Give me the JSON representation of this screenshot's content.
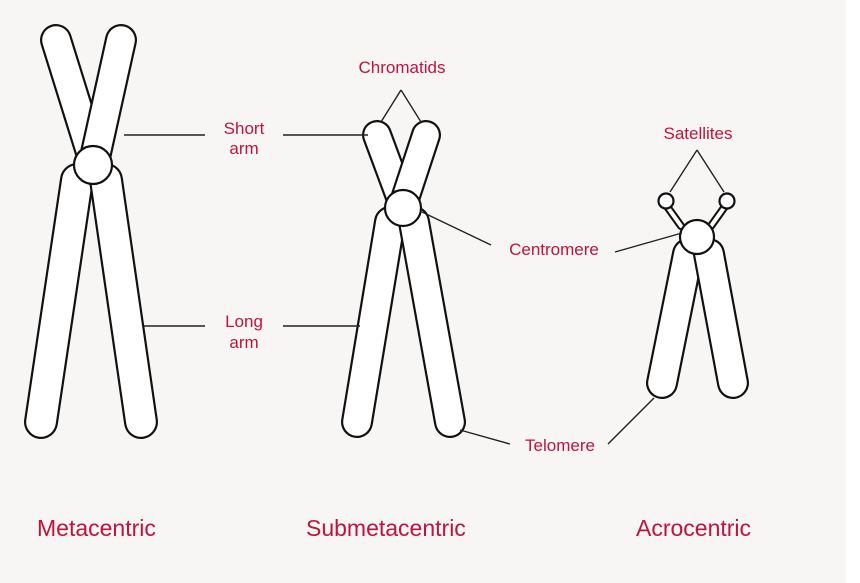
{
  "labels": {
    "chromatids": "Chromatids",
    "short_arm_1": "Short",
    "short_arm_2": "arm",
    "long_arm_1": "Long",
    "long_arm_2": "arm",
    "satellites": "Satellites",
    "centromere": "Centromere",
    "telomere": "Telomere"
  },
  "types": {
    "metacentric": "Metacentric",
    "submetacentric": "Submetacentric",
    "acrocentric": "Acrocentric"
  },
  "colors": {
    "label": "#c0143c",
    "stroke": "#111111",
    "fill": "#ffffff"
  }
}
